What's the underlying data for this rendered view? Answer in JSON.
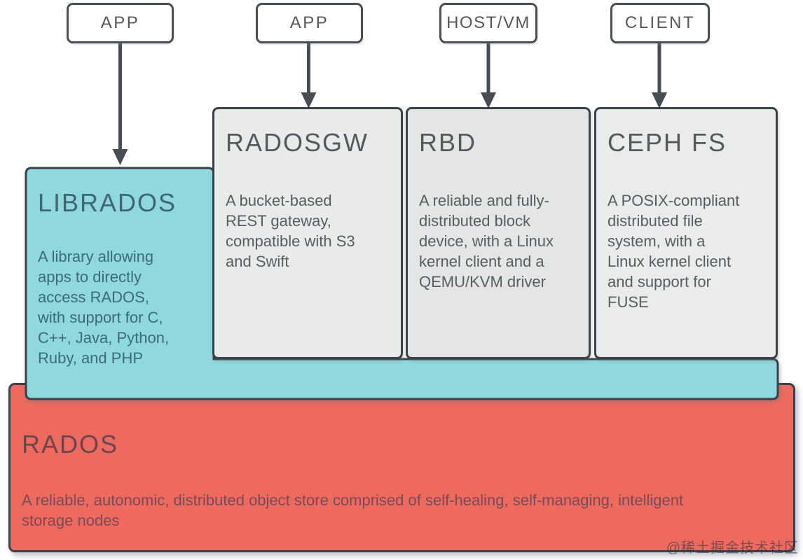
{
  "diagram": {
    "top_nodes": [
      {
        "label": "APP"
      },
      {
        "label": "APP"
      },
      {
        "label": "HOST/VM"
      },
      {
        "label": "CLIENT"
      }
    ],
    "components": {
      "librados": {
        "title": "LIBRADOS",
        "description": "A library allowing apps to directly access RADOS, with support for C, C++, Java, Python, Ruby, and PHP"
      },
      "radosgw": {
        "title": "RADOSGW",
        "description": "A bucket-based REST gateway, compatible with S3 and Swift"
      },
      "rbd": {
        "title": "RBD",
        "description": "A reliable and fully-distributed block device, with a Linux kernel client and a QEMU/KVM driver"
      },
      "cephfs": {
        "title": "CEPH FS",
        "description": "A POSIX-compliant distributed file system, with a Linux kernel client and support for FUSE"
      },
      "rados": {
        "title": "RADOS",
        "description": "A reliable, autonomic, distributed object store comprised of self-healing, self-managing, intelligent storage nodes"
      }
    },
    "watermark": "@稀土掘金技术社区",
    "colors": {
      "librados_fill": "#8ed8de",
      "rados_fill": "#ee6a5e",
      "gateway_fill": "#e9eaea",
      "border": "#3a4148",
      "arrow": "#474d53"
    }
  }
}
